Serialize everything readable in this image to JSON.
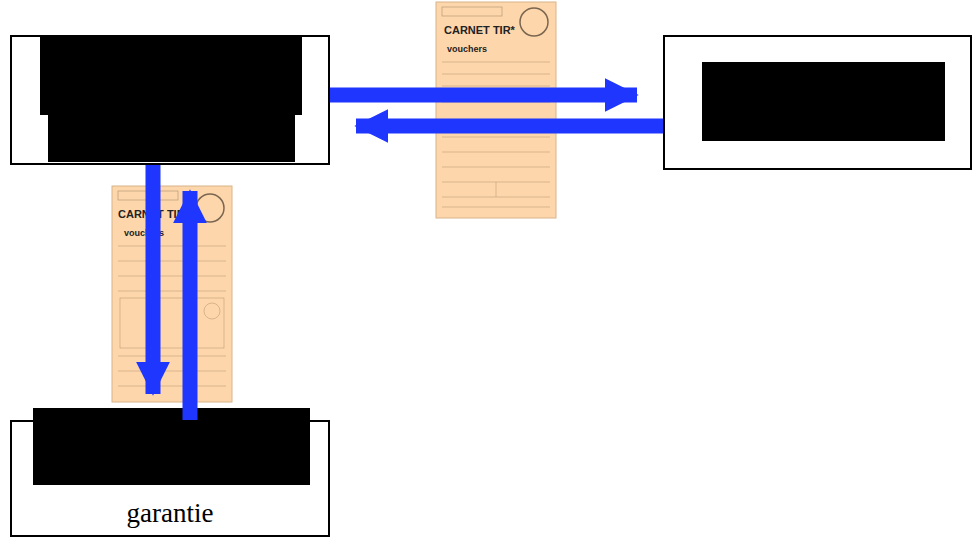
{
  "diagram": {
    "nodes": [
      {
        "text": []
      },
      {
        "text": []
      },
      {
        "text": [
          "garantie"
        ]
      }
    ],
    "edges": [
      {
        "from": 0,
        "to": 1,
        "arrow": "to"
      },
      {
        "from": 1,
        "to": 0,
        "arrow": "to"
      },
      {
        "from": 0,
        "to": 2,
        "arrow": "to"
      },
      {
        "from": 2,
        "to": 0,
        "arrow": "to"
      }
    ],
    "labels": [
      "CARNET TIR*",
      "vouchers",
      "CARNET TIR*",
      "vouchers"
    ]
  }
}
